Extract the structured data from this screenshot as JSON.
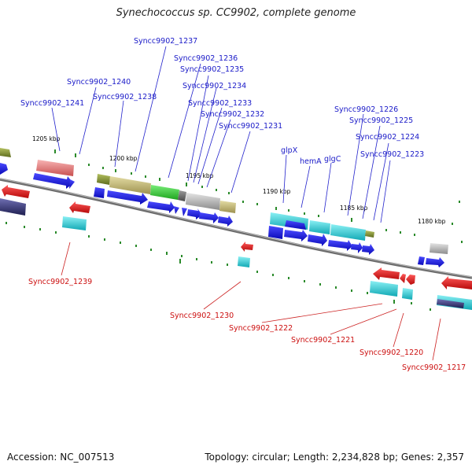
{
  "title": "Synechococcus sp. CC9902, complete genome",
  "accession": "Accession: NC_007513",
  "stats": "Topology: circular; Length: 2,234,828 bp; Genes: 2,357",
  "ticks": [
    "1205 kbp",
    "1200 kbp",
    "1195 kbp",
    "1190 kbp",
    "1185 kbp",
    "1180 kbp"
  ],
  "top_labels": [
    "Syncc9902_1237",
    "Syncc9902_1236",
    "Syncc9902_1235",
    "Syncc9902_1234",
    "Syncc9902_1240",
    "Syncc9902_1238",
    "Syncc9902_1233",
    "Syncc9902_1241",
    "Syncc9902_1232",
    "Syncc9902_1231",
    "Syncc9902_1226",
    "Syncc9902_1225",
    "Syncc9902_1224",
    "Syncc9902_1223",
    "glpX",
    "hemA",
    "glgC"
  ],
  "bottom_labels": [
    "Syncc9902_1239",
    "Syncc9902_1230",
    "Syncc9902_1222",
    "Syncc9902_1221",
    "Syncc9902_1220",
    "Syncc9902_1217"
  ],
  "colors": {
    "forward": "#1414e6",
    "reverse": "#e61414",
    "cyan": "#22c8d2",
    "olive": "#8c9a3c",
    "khaki": "#c8bc78",
    "green": "#3cc83c",
    "pink": "#e88888",
    "grey": "#b4b4b4",
    "navy": "#3c3c78",
    "backbone": "#777777",
    "tickmark": "#2a8a2a",
    "label_blue": "#1a1ac8",
    "label_red": "#cc1010"
  }
}
